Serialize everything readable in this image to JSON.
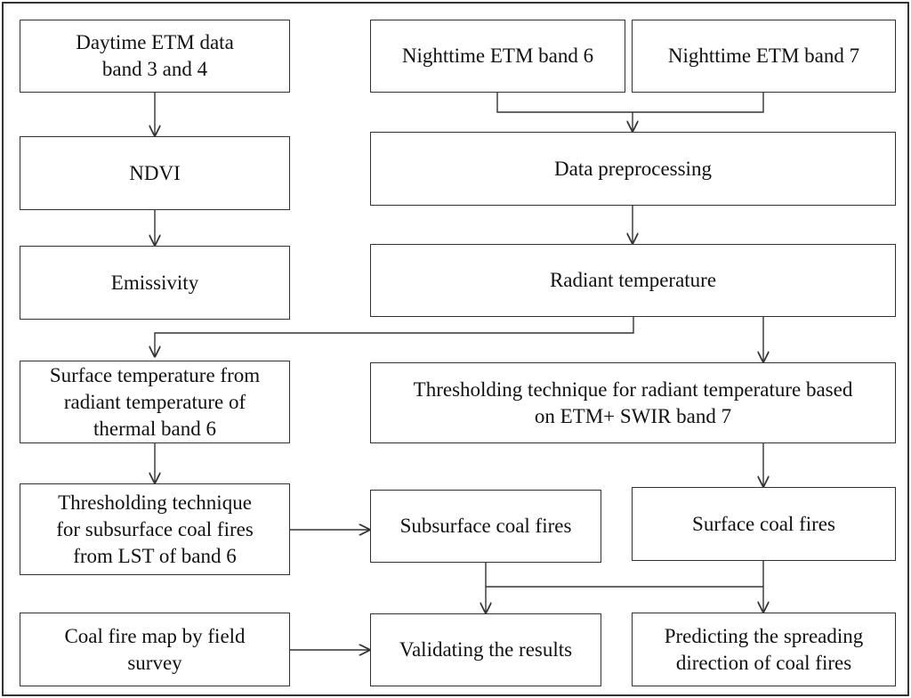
{
  "flowchart": {
    "nodes": {
      "daytime_etm": "Daytime ETM data\nband 3 and 4",
      "ndvi": "NDVI",
      "emissivity": "Emissivity",
      "surface_temp": "Surface temperature from\nradiant temperature of\nthermal band 6",
      "threshold_subsurface": "Thresholding technique\nfor subsurface coal fires\nfrom LST of band 6",
      "coal_fire_map": "Coal fire map by field\nsurvey",
      "nighttime_band6": "Nighttime ETM band 6",
      "nighttime_band7": "Nighttime ETM band 7",
      "data_preprocessing": "Data preprocessing",
      "radiant_temperature": "Radiant temperature",
      "threshold_radiant": "Thresholding  technique for radiant temperature based\non ETM+ SWIR band 7",
      "subsurface_fires": "Subsurface coal fires",
      "surface_fires": "Surface coal fires",
      "validating": "Validating  the results",
      "predicting": "Predicting the spreading\ndirection of coal fires"
    }
  }
}
